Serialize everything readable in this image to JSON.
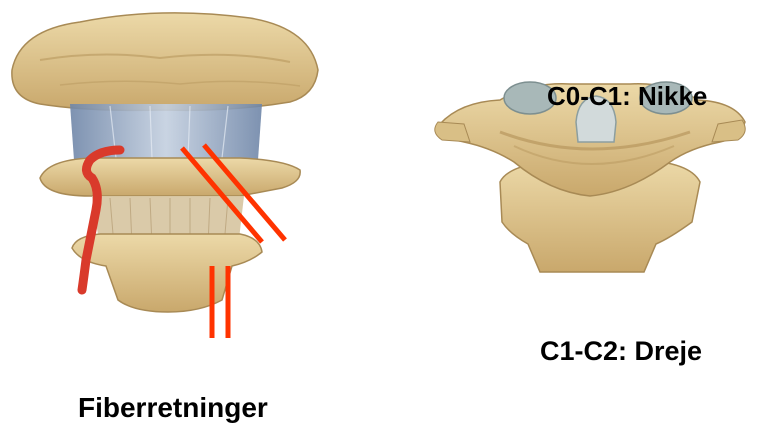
{
  "labels": {
    "c0_c1": "C0-C1: Nikke",
    "c1_c2": "C1-C2: Dreje",
    "fiber": "Fiberretninger"
  },
  "colors": {
    "bone": "#d9bf86",
    "bone_light": "#ecd9a8",
    "bone_dark": "#b8975e",
    "ligament": "#8fa3c0",
    "artery": "#d93a2b",
    "marker_line": "#ff3300",
    "cartilage": "#a8b8b8"
  }
}
